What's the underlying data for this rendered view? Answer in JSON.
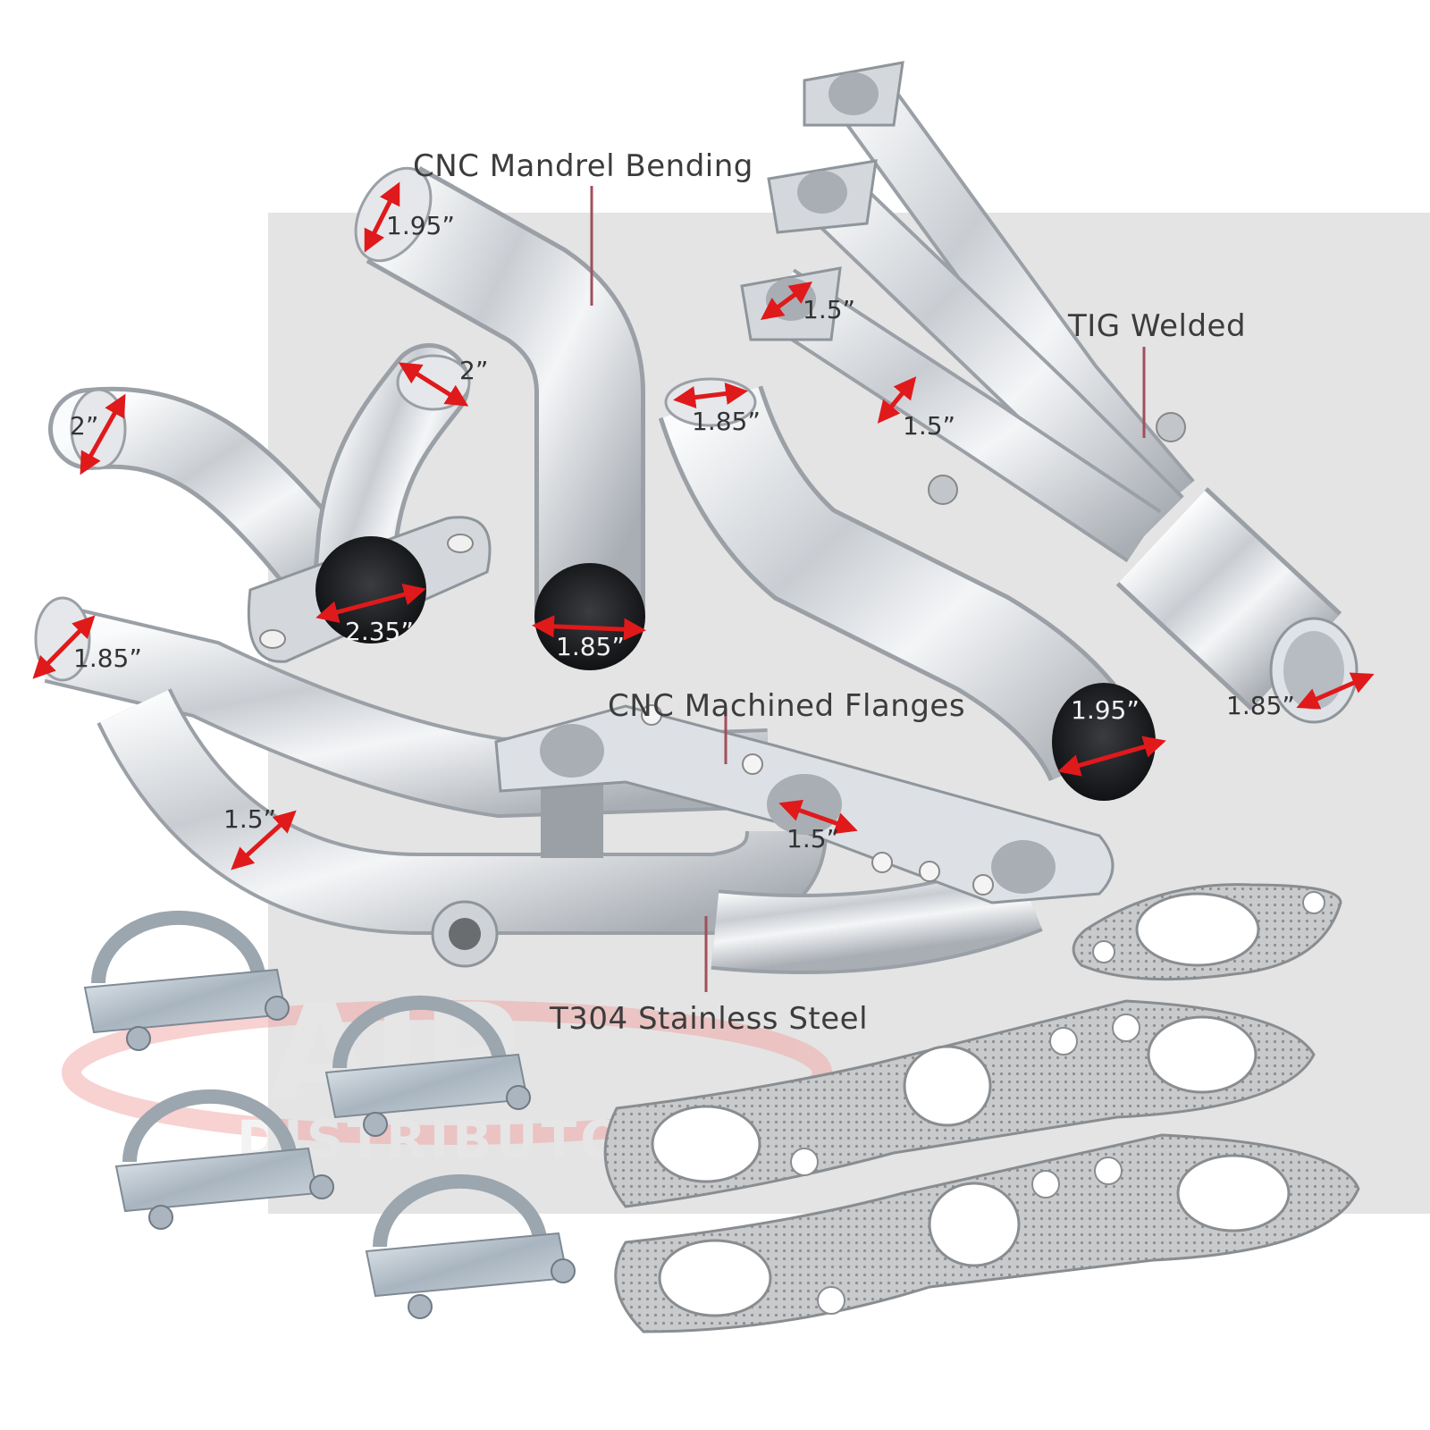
{
  "features": {
    "mandrel": "CNC Mandrel Bending",
    "tig": "TIG Welded",
    "flanges": "CNC Machined Flanges",
    "steel": "T304 Stainless Steel"
  },
  "dimensions": {
    "d1": "1.95”",
    "d2": "1.5”",
    "d3": "2”",
    "d4": "2”",
    "d5": "1.85”",
    "d6": "1.5”",
    "d7": "2.35”",
    "d8": "1.85”",
    "d9": "1.85”",
    "d10": "1.95”",
    "d11": "1.85”",
    "d12": "1.5”",
    "d13": "1.5”"
  },
  "watermark": {
    "logo": "AJP",
    "name": "DISTRIBUTORS"
  },
  "colors": {
    "accent": "#e0191b",
    "leader": "#a0505a",
    "chrome": "#d9dde2",
    "zinc": "#aab6c0",
    "gasket": "#c4c6c8"
  }
}
